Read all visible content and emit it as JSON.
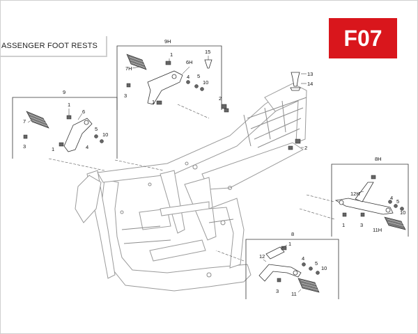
{
  "section_title": "ASSENGER FOOT RESTS",
  "page_code": "F07",
  "colors": {
    "badge": "#d9161c",
    "badge_text": "#ffffff",
    "frame_line": "#9a9a9a"
  },
  "groups": {
    "top_group": {
      "number": "9H",
      "parts": {
        "p15": "15",
        "p1a": "1",
        "p6h": "6H",
        "p7h": "7H",
        "p3": "3",
        "p5": "5",
        "p4": "4",
        "p10": "10",
        "p1b": "1"
      }
    },
    "left_group": {
      "number": "9",
      "parts": {
        "p1a": "1",
        "p6": "6",
        "p7": "7",
        "p5": "5",
        "p10": "10",
        "p4": "4",
        "p3": "3",
        "p1b": "1"
      }
    },
    "right_group": {
      "number": "8H",
      "parts": {
        "p12h": "12H",
        "p4": "4",
        "p5": "5",
        "p10": "10",
        "p1": "1",
        "p3": "3",
        "p11h": "11H"
      }
    },
    "bottom_group": {
      "number": "8",
      "parts": {
        "p1": "1",
        "p12": "12",
        "p4": "4",
        "p5": "5",
        "p10": "10",
        "p3": "3",
        "p11": "11"
      }
    },
    "frame_parts": {
      "p13": "13",
      "p14": "14",
      "p2a": "2",
      "p2b": "2"
    }
  }
}
